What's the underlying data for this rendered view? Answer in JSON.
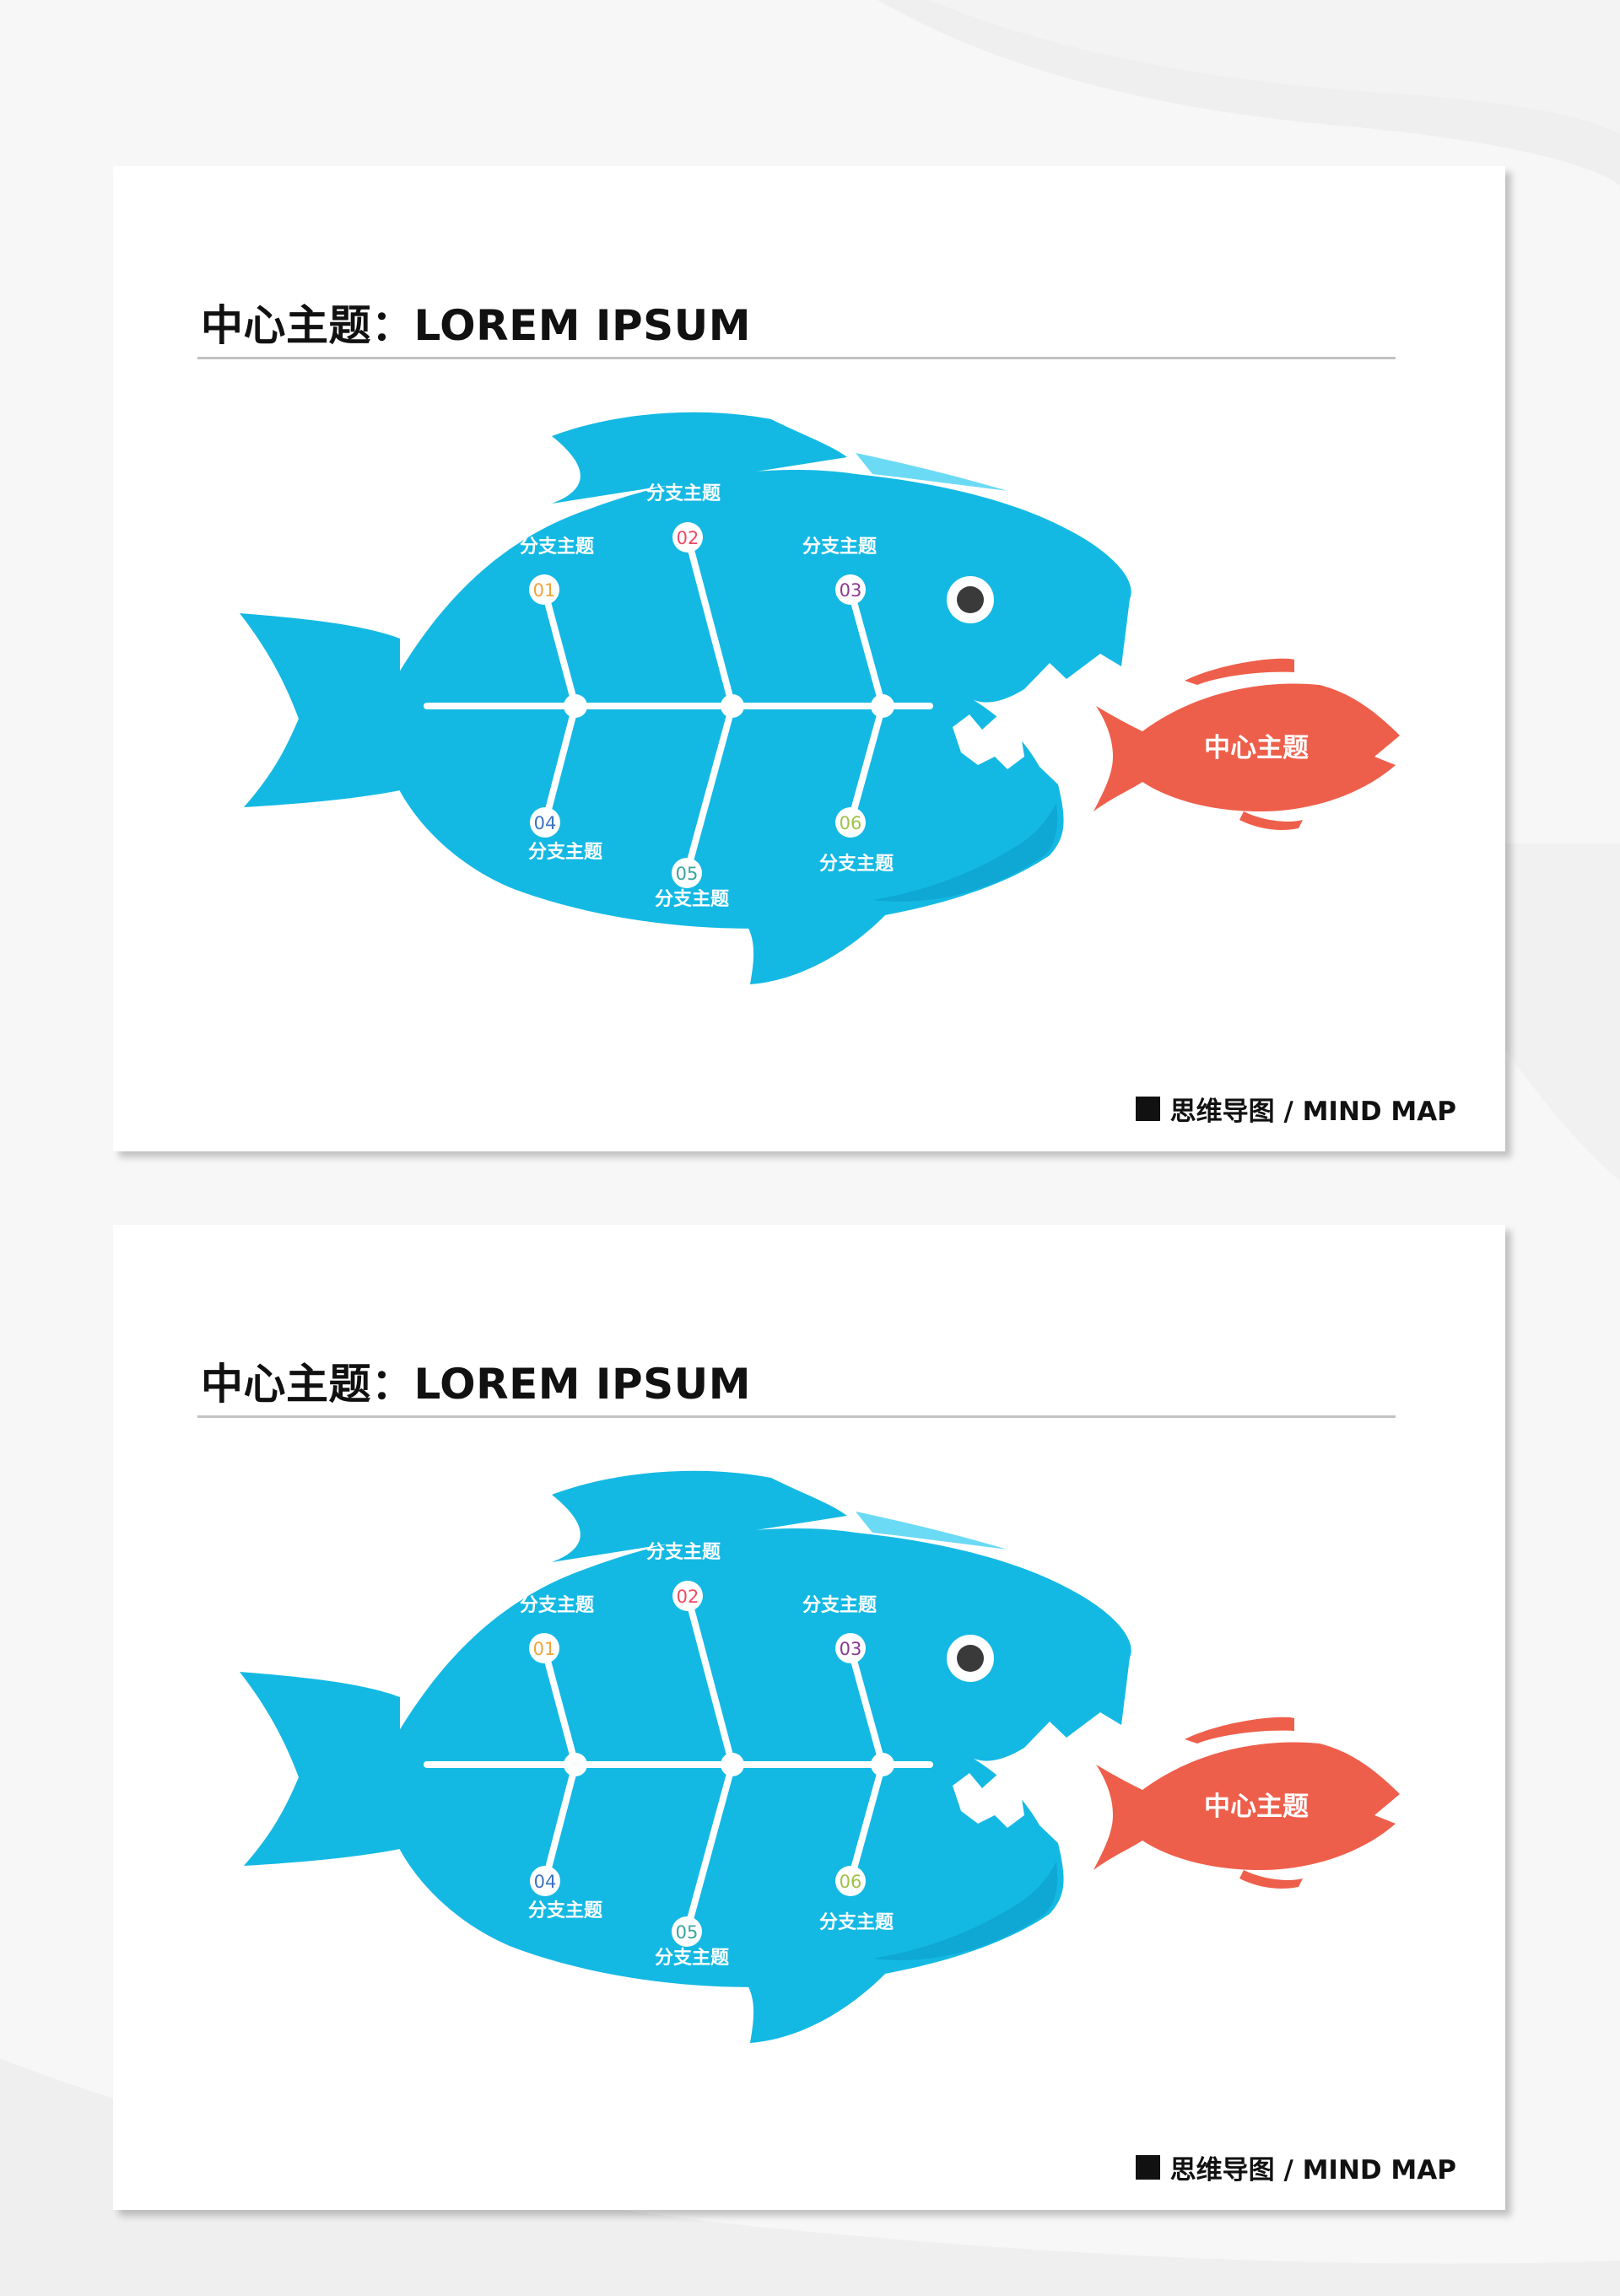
{
  "page": {
    "background": "#f7f7f7",
    "accent_fish": "#14b9e3",
    "accent_prey": "#ee5f4b"
  },
  "slides": [
    {
      "title": "中心主题：LOREM IPSUM",
      "head_label": "中心主题",
      "branches": [
        {
          "number": "01",
          "label": "分支主题",
          "color": "#f2a33a"
        },
        {
          "number": "02",
          "label": "分支主题",
          "color": "#ee4b63"
        },
        {
          "number": "03",
          "label": "分支主题",
          "color": "#8a3a92"
        },
        {
          "number": "04",
          "label": "分支主题",
          "color": "#3b73c0"
        },
        {
          "number": "05",
          "label": "分支主题",
          "color": "#3aa59e"
        },
        {
          "number": "06",
          "label": "分支主题",
          "color": "#9fc14a"
        }
      ],
      "footer": "思维导图 / MIND MAP"
    },
    {
      "title": "中心主题：LOREM IPSUM",
      "head_label": "中心主题",
      "branches": [
        {
          "number": "01",
          "label": "分支主题",
          "color": "#f2a33a"
        },
        {
          "number": "02",
          "label": "分支主题",
          "color": "#ee4b63"
        },
        {
          "number": "03",
          "label": "分支主题",
          "color": "#8a3a92"
        },
        {
          "number": "04",
          "label": "分支主题",
          "color": "#3b73c0"
        },
        {
          "number": "05",
          "label": "分支主题",
          "color": "#3aa59e"
        },
        {
          "number": "06",
          "label": "分支主题",
          "color": "#9fc14a"
        }
      ],
      "footer": "思维导图 / MIND MAP"
    }
  ]
}
